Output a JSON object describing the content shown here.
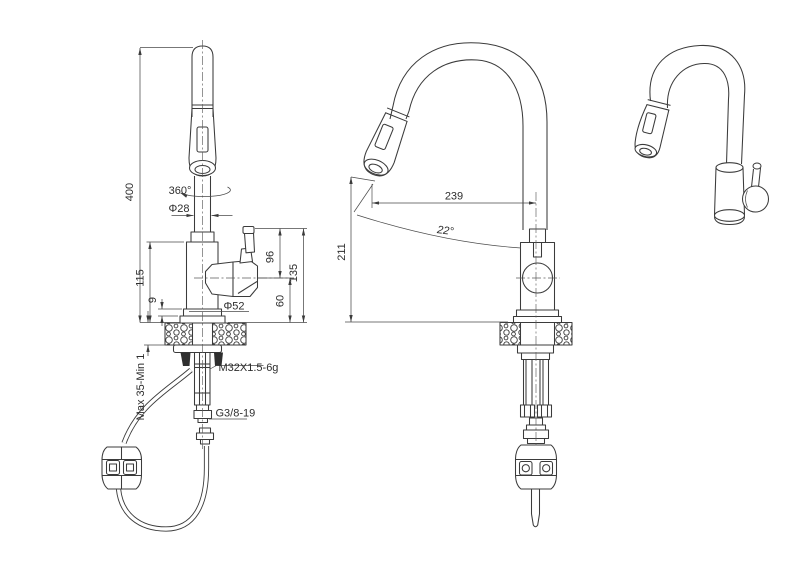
{
  "title": "kitchen-faucet-dimension-drawing",
  "colors": {
    "line": "#3b3b3b",
    "background": "#ffffff"
  },
  "labels": {
    "front": {
      "overall_height": "400",
      "swivel": "360°",
      "spout_dia": "Φ28",
      "body_height": "115",
      "flange_gap": "9",
      "handle_rise": "96",
      "handle_overall": "135",
      "pivot_height": "60",
      "base_dia": "Φ52",
      "deck_thickness": "Max 35-Min 1",
      "shank_thread": "M32X1.5-6g",
      "supply_thread": "G3/8-19"
    },
    "side": {
      "reach": "239",
      "spray_angle": "22°",
      "outlet_height": "211"
    }
  }
}
